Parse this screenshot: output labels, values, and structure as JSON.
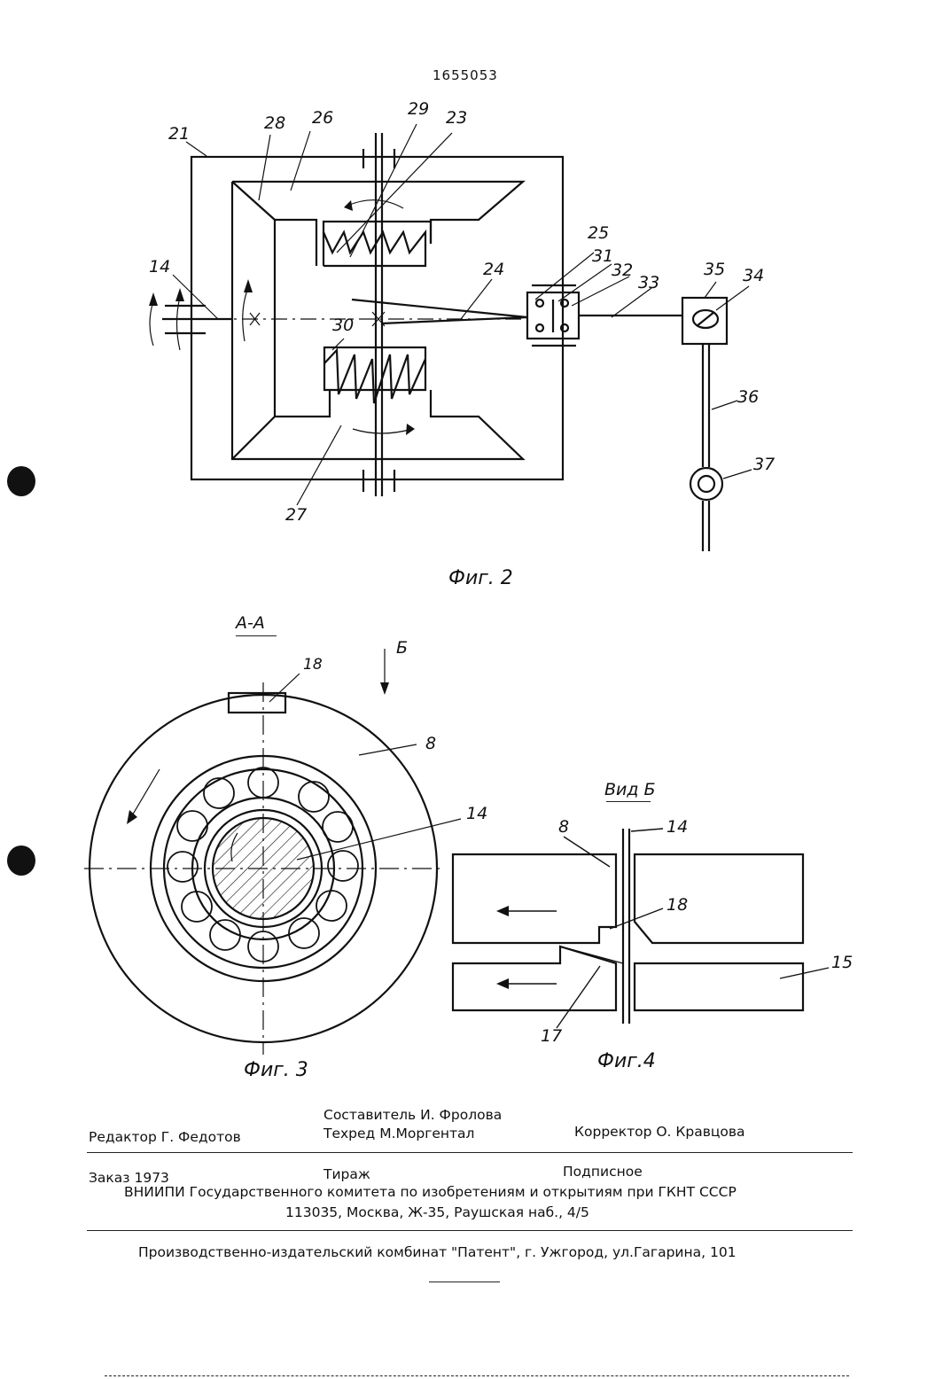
{
  "patent_number": "1655053",
  "fig2": {
    "caption": "Фиг. 2",
    "labels": {
      "l21": "21",
      "l28": "28",
      "l26": "26",
      "l29": "29",
      "l23": "23",
      "l25": "25",
      "l31": "31",
      "l32": "32",
      "l33": "33",
      "l35": "35",
      "l34": "34",
      "l14": "14",
      "l24": "24",
      "l30": "30",
      "l36": "36",
      "l37": "37",
      "l27": "27"
    }
  },
  "fig3": {
    "section_label": "А-А",
    "view_arrow_label": "Б",
    "caption": "Фиг. 3",
    "labels": {
      "l18": "18",
      "l8": "8",
      "l14": "14"
    }
  },
  "fig4": {
    "title": "Вид Б",
    "caption": "Фиг.4",
    "labels": {
      "l8": "8",
      "l14": "14",
      "l18": "18",
      "l15": "15",
      "l17": "17"
    }
  },
  "imprint": {
    "compiler": "Составитель  И. Фролова",
    "editor": "Редактор  Г. Федотов",
    "techred": "Техред М.Моргентал",
    "corrector": "Корректор  О. Кравцова",
    "order": "Заказ 1973",
    "circulation": "Тираж",
    "subscription": "Подписное",
    "org": "ВНИИПИ Государственного комитета по изобретениям и открытиям при ГКНТ СССР",
    "address": "113035, Москва, Ж-35, Раушская наб., 4/5",
    "printer": "Производственно-издательский комбинат \"Патент\", г. Ужгород, ул.Гагарина, 101"
  }
}
